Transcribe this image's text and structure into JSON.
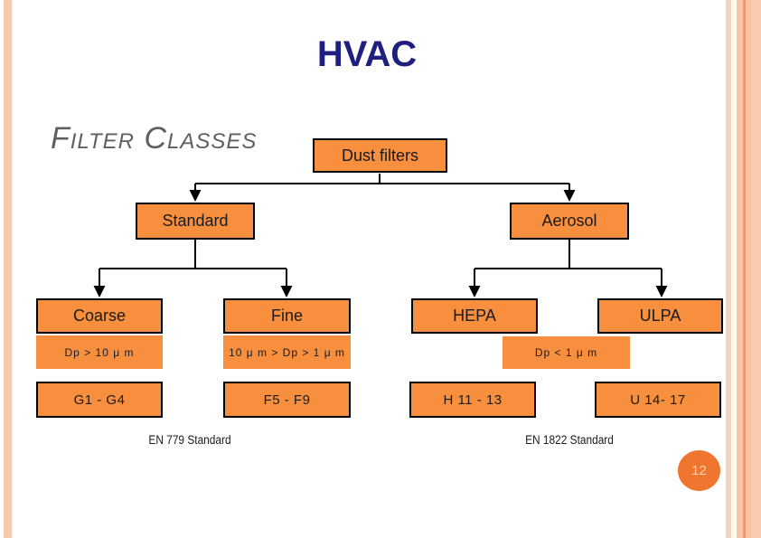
{
  "slide": {
    "title": "HVAC",
    "subtitle": "Filter Classes",
    "page_number": "12"
  },
  "colors": {
    "title_navy": "#1F1F7E",
    "subtitle_gray": "#5F5F5F",
    "box_fill_orange": "#F78F3E",
    "box_border": "#000000",
    "page_circle_orange": "#F0752F",
    "border_stripe_peach": "#F8C8AC"
  },
  "diagram": {
    "root": {
      "label": "Dust filters"
    },
    "branches": [
      {
        "label": "Standard"
      },
      {
        "label": "Aerosol"
      }
    ],
    "filter_types": [
      {
        "label": "Coarse"
      },
      {
        "label": "Fine"
      },
      {
        "label": "HEPA"
      },
      {
        "label": "ULPA"
      }
    ],
    "particle_sizes": [
      {
        "label": "Dp > 10 μ m"
      },
      {
        "label": "10 μ m > Dp > 1 μ m"
      },
      {
        "label": "Dp < 1 μ m"
      }
    ],
    "class_ranges": [
      {
        "label": "G1 - G4"
      },
      {
        "label": "F5 - F9"
      },
      {
        "label": "H 11 - 13"
      },
      {
        "label": "U 14- 17"
      }
    ],
    "standards": [
      {
        "label": "EN 779 Standard"
      },
      {
        "label": "EN 1822 Standard"
      }
    ]
  }
}
